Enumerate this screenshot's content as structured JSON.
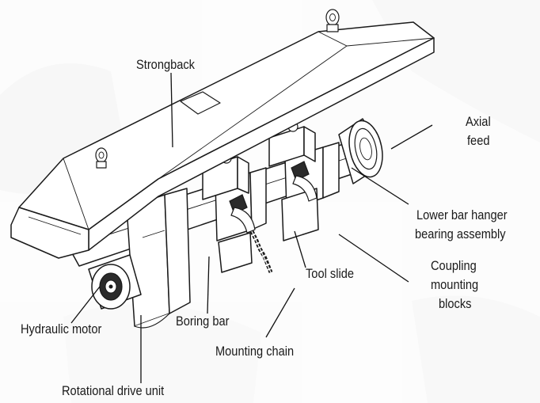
{
  "labels": {
    "strongback": "Strongback",
    "axial_feed_1": "Axial",
    "axial_feed_2": "feed",
    "lower_bar_hanger_1": "Lower bar hanger",
    "lower_bar_hanger_2": "bearing assembly",
    "coupling_1": "Coupling",
    "coupling_2": "mounting",
    "coupling_3": "blocks",
    "tool_slide": "Tool slide",
    "boring_bar": "Boring bar",
    "mounting_chain": "Mounting chain",
    "hydraulic_motor": "Hydraulic motor",
    "rotational_drive_unit": "Rotational drive unit"
  }
}
